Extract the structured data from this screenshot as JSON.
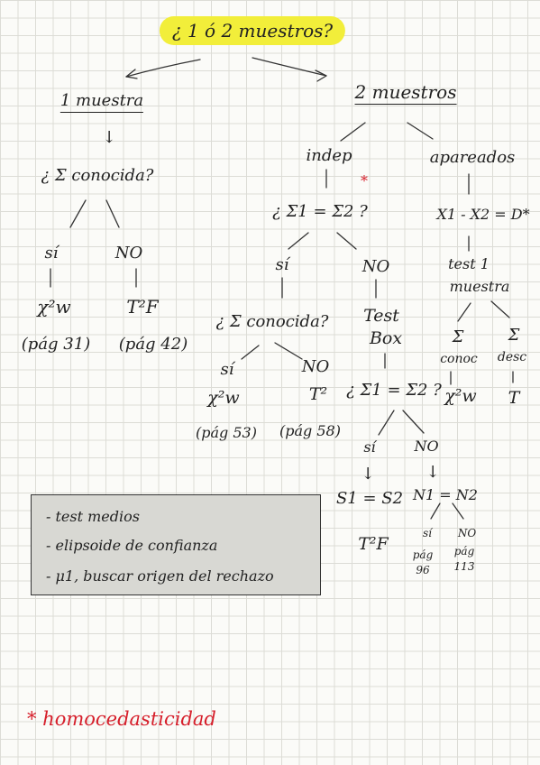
{
  "title": "¿ 1 ó 2 muestros?",
  "left": {
    "header": "1 muestra",
    "arrow": "↓",
    "question": "¿ Σ conocida?",
    "yes": "sí",
    "no": "NO",
    "yes_test": "χ²w",
    "no_test": "T²F",
    "yes_page": "(pág 31)",
    "no_page": "(pág 42)"
  },
  "right": {
    "header": "2 muestros",
    "indep": {
      "label": "indep",
      "star": "*",
      "question": "¿ Σ1 = Σ2 ?",
      "yes": "sí",
      "no": "NO",
      "yes_question": "¿ Σ conocida?",
      "yes_yes": "sí",
      "yes_no": "NO",
      "yes_yes_test": "χ²w",
      "yes_no_test": "T²",
      "yes_yes_page": "(pág 53)",
      "yes_no_page": "(pág 58)",
      "no_test_line1": "Test",
      "no_test_line2": "Box",
      "no_question": "¿ Σ1 = Σ2 ?",
      "no_yes": "sí",
      "no_no": "NO",
      "s_equal": "S1 = S2",
      "s_arrow": "↓",
      "s_test": "T²F",
      "n_equal": "N1 = N2",
      "n_arrow": "↓",
      "n_yes": "sí",
      "n_no": "NO",
      "n_yes_page_1": "pág",
      "n_yes_page_2": "96",
      "n_no_page_1": "pág",
      "n_no_page_2": "113"
    },
    "paired": {
      "label": "apareados",
      "formula": "X1 - X2 = D*",
      "test_line1": "test 1",
      "test_line2": "muestra",
      "conoc_sym": "Σ",
      "conoc": "conoc",
      "desc_sym": "Σ",
      "desc": "desc",
      "conoc_test": "χ²w",
      "desc_test": "T"
    }
  },
  "notes": [
    "- test medios",
    "- elipsoide de confianza",
    "- μ1, buscar origen del rechazo"
  ],
  "footnote": "* homocedasticidad",
  "colors": {
    "highlight": "#f2ee3a",
    "footnote": "#d61f2b",
    "box": "#d8d8d3"
  }
}
